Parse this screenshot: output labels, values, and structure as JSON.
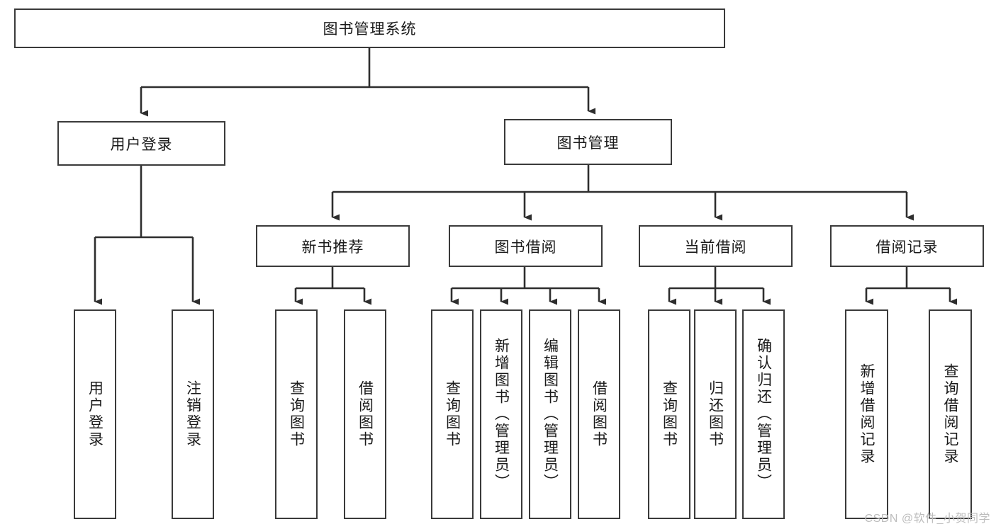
{
  "diagram": {
    "title": "图书管理系统",
    "type": "tree-hierarchy",
    "stroke_color": "#3a3a3a",
    "background_color": "#ffffff",
    "root": {
      "id": "root",
      "label": "图书管理系统"
    },
    "level1": [
      {
        "id": "user-login",
        "label": "用户登录"
      },
      {
        "id": "book-management",
        "label": "图书管理"
      }
    ],
    "level2": [
      {
        "id": "new-book-recommend",
        "label": "新书推荐",
        "parent": "book-management"
      },
      {
        "id": "book-borrow",
        "label": "图书借阅",
        "parent": "book-management"
      },
      {
        "id": "current-borrow",
        "label": "当前借阅",
        "parent": "book-management"
      },
      {
        "id": "borrow-record",
        "label": "借阅记录",
        "parent": "book-management"
      }
    ],
    "leaves": [
      {
        "id": "leaf-user-login",
        "label": "用户登录",
        "parent": "user-login"
      },
      {
        "id": "leaf-logout",
        "label": "注销登录",
        "parent": "user-login"
      },
      {
        "id": "leaf-query-book-1",
        "label": "查询图书",
        "parent": "new-book-recommend"
      },
      {
        "id": "leaf-borrow-book-1",
        "label": "借阅图书",
        "parent": "new-book-recommend"
      },
      {
        "id": "leaf-query-book-2",
        "label": "查询图书",
        "parent": "book-borrow"
      },
      {
        "id": "leaf-add-book",
        "label": "新增图书（管理员）",
        "parent": "book-borrow"
      },
      {
        "id": "leaf-edit-book",
        "label": "编辑图书（管理员）",
        "parent": "book-borrow"
      },
      {
        "id": "leaf-borrow-book-2",
        "label": "借阅图书",
        "parent": "book-borrow"
      },
      {
        "id": "leaf-query-book-3",
        "label": "查询图书",
        "parent": "current-borrow"
      },
      {
        "id": "leaf-return-book",
        "label": "归还图书",
        "parent": "current-borrow"
      },
      {
        "id": "leaf-confirm-return",
        "label": "确认归还（管理员）",
        "parent": "current-borrow"
      },
      {
        "id": "leaf-add-record",
        "label": "新增借阅记录",
        "parent": "borrow-record"
      },
      {
        "id": "leaf-query-record",
        "label": "查询借阅记录",
        "parent": "borrow-record"
      }
    ],
    "watermark": "CSDN @软件_小贺同学"
  }
}
